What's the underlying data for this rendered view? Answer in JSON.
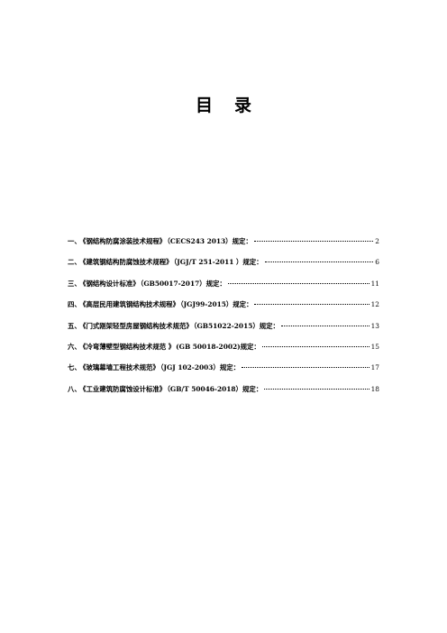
{
  "document": {
    "title": "目录"
  },
  "toc": [
    {
      "num": "一、",
      "title": "《钢结构防腐涂装技术规程》",
      "code": "（CECS243 2013）规定：",
      "page": "2"
    },
    {
      "num": "二、",
      "title": "《建筑钢结构防腐蚀技术规程》",
      "code": "（JGJ/T 251-2011 ）规定：",
      "page": "6"
    },
    {
      "num": "三、",
      "title": "《钢结构设计标准》",
      "code": "（GB50017-2017）规定：",
      "page": "11"
    },
    {
      "num": "四、",
      "title": "《高层民用建筑钢结构技术规程》",
      "code": "（JGJ99-2015）规定：",
      "page": "12"
    },
    {
      "num": "五、",
      "title": "《门式刚架轻型房屋钢结构技术规范》",
      "code": "（GB51022-2015）规定：",
      "page": "13"
    },
    {
      "num": "六、",
      "title": "《冷弯薄壁型钢结构技术规范 》",
      "code": "(GB 50018-2002)规定：",
      "page": "15"
    },
    {
      "num": "七、",
      "title": "《玻璃幕墙工程技术规范》",
      "code": "（JGJ 102-2003）规定：",
      "page": "17"
    },
    {
      "num": "八、",
      "title": "《工业建筑防腐蚀设计标准》",
      "code": "（GB/T 50046-2018）规定：",
      "page": "18"
    }
  ]
}
